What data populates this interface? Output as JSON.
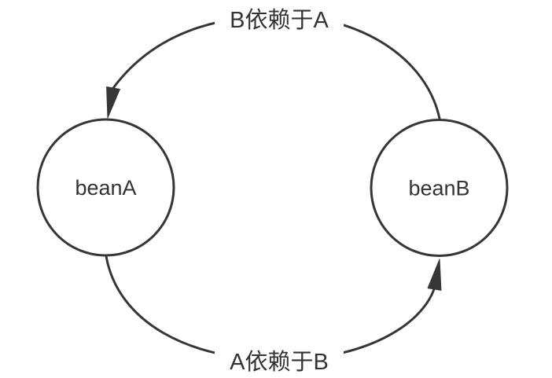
{
  "diagram": {
    "background_color": "#ffffff",
    "stroke_color": "#363636",
    "text_color": "#333333",
    "nodes": [
      {
        "id": "beanA",
        "label": "beanA"
      },
      {
        "id": "beanB",
        "label": "beanB"
      }
    ],
    "edges": [
      {
        "from": "beanB",
        "to": "beanA",
        "label": "B依赖于A"
      },
      {
        "from": "beanA",
        "to": "beanB",
        "label": "A依赖于B"
      }
    ]
  }
}
